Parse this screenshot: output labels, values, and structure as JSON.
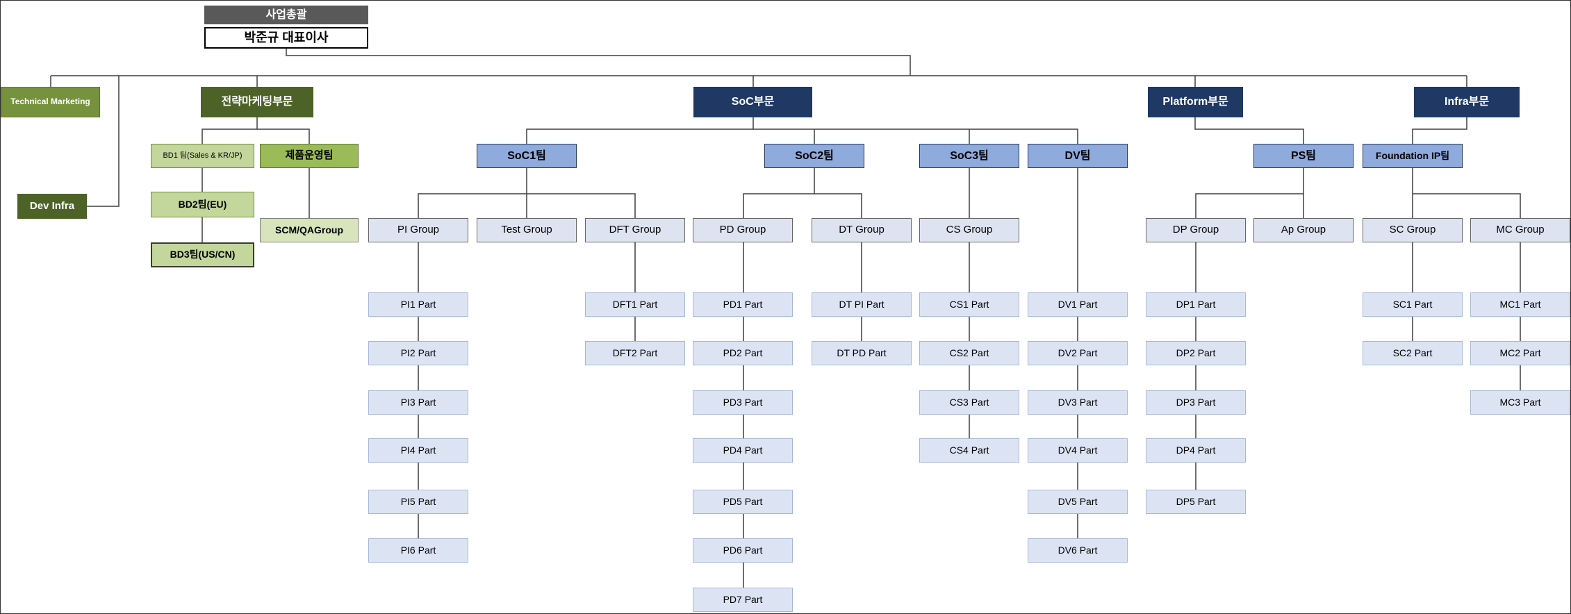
{
  "org": {
    "root": {
      "dept": "사업총괄",
      "ceo": "박준규 대표이사"
    },
    "left": {
      "technical_marketing": "Technical Marketing",
      "dev_infra": "Dev Infra"
    },
    "strategy": {
      "division": "전략마케팅부문",
      "bd1": "BD1 팀(Sales & KR/JP)",
      "product_ops": "제품운영팀",
      "bd2": "BD2팀(EU)",
      "scm_qa": "SCM/QAGroup",
      "bd3": "BD3팀(US/CN)"
    },
    "soc": {
      "division": "SoC부문",
      "teams": {
        "soc1": "SoC1팀",
        "soc2": "SoC2팀",
        "soc3": "SoC3팀",
        "dv": "DV팀"
      }
    },
    "platform": {
      "division": "Platform부문",
      "teams": {
        "ps": "PS팀"
      }
    },
    "infra": {
      "division": "Infra부문",
      "teams": {
        "fip": "Foundation IP팀"
      }
    },
    "groups": {
      "pi": "PI Group",
      "test": "Test Group",
      "dft": "DFT Group",
      "pd": "PD Group",
      "dt": "DT Group",
      "cs": "CS Group",
      "dp": "DP Group",
      "ap": "Ap Group",
      "sc": "SC Group",
      "mc": "MC Group"
    },
    "parts": {
      "pi": [
        "PI1 Part",
        "PI2 Part",
        "PI3 Part",
        "PI4 Part",
        "PI5 Part",
        "PI6 Part"
      ],
      "dft": [
        "DFT1 Part",
        "DFT2 Part"
      ],
      "pd": [
        "PD1 Part",
        "PD2 Part",
        "PD3 Part",
        "PD4 Part",
        "PD5 Part",
        "PD6 Part",
        "PD7 Part"
      ],
      "dt": [
        "DT PI Part",
        "DT PD Part"
      ],
      "cs": [
        "CS1 Part",
        "CS2 Part",
        "CS3 Part",
        "CS4 Part"
      ],
      "dv": [
        "DV1 Part",
        "DV2 Part",
        "DV3 Part",
        "DV4 Part",
        "DV5 Part",
        "DV6 Part"
      ],
      "dp": [
        "DP1 Part",
        "DP2 Part",
        "DP3 Part",
        "DP4 Part",
        "DP5 Part"
      ],
      "sc": [
        "SC1 Part",
        "SC2 Part"
      ],
      "mc": [
        "MC1 Part",
        "MC2 Part",
        "MC3 Part"
      ]
    },
    "colors": {
      "header_gray": "#595959",
      "navy_division": "#1F3864",
      "team_blue": "#8FAADC",
      "group_lavender": "#DDE3F1",
      "part_light_blue": "#DCE4F3",
      "dark_green": "#4C6227",
      "olive_green": "#76923C",
      "mid_green": "#9BBB59",
      "light_green": "#C3D69B",
      "pale_green": "#D7E4BC",
      "connector": "#3F3F3F"
    }
  }
}
